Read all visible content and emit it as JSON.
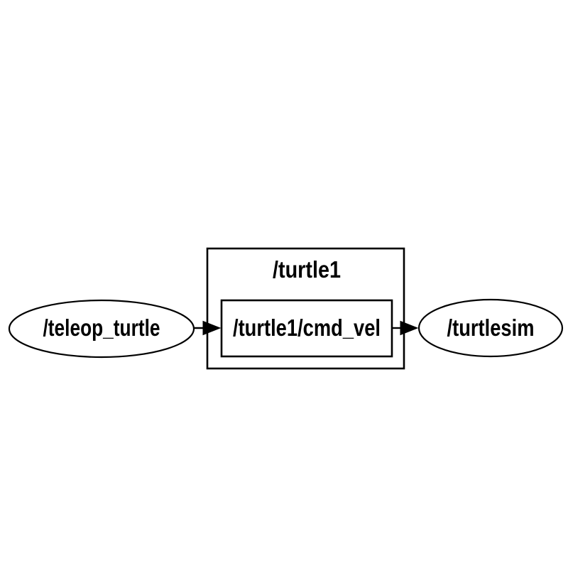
{
  "graph": {
    "namespace": {
      "label": "/turtle1"
    },
    "nodes": {
      "teleop": {
        "label": "/teleop_turtle",
        "shape": "ellipse"
      },
      "turtlesim": {
        "label": "/turtlesim",
        "shape": "ellipse"
      },
      "cmd_vel_topic": {
        "label": "/turtle1/cmd_vel",
        "shape": "box"
      }
    },
    "edges": [
      {
        "from": "/teleop_turtle",
        "to": "/turtle1/cmd_vel"
      },
      {
        "from": "/turtle1/cmd_vel",
        "to": "/turtlesim"
      }
    ],
    "colors": {
      "background": "#ffffff",
      "shape_fill": "#ffffff",
      "shape_stroke": "#000000",
      "text": "#000000"
    }
  }
}
